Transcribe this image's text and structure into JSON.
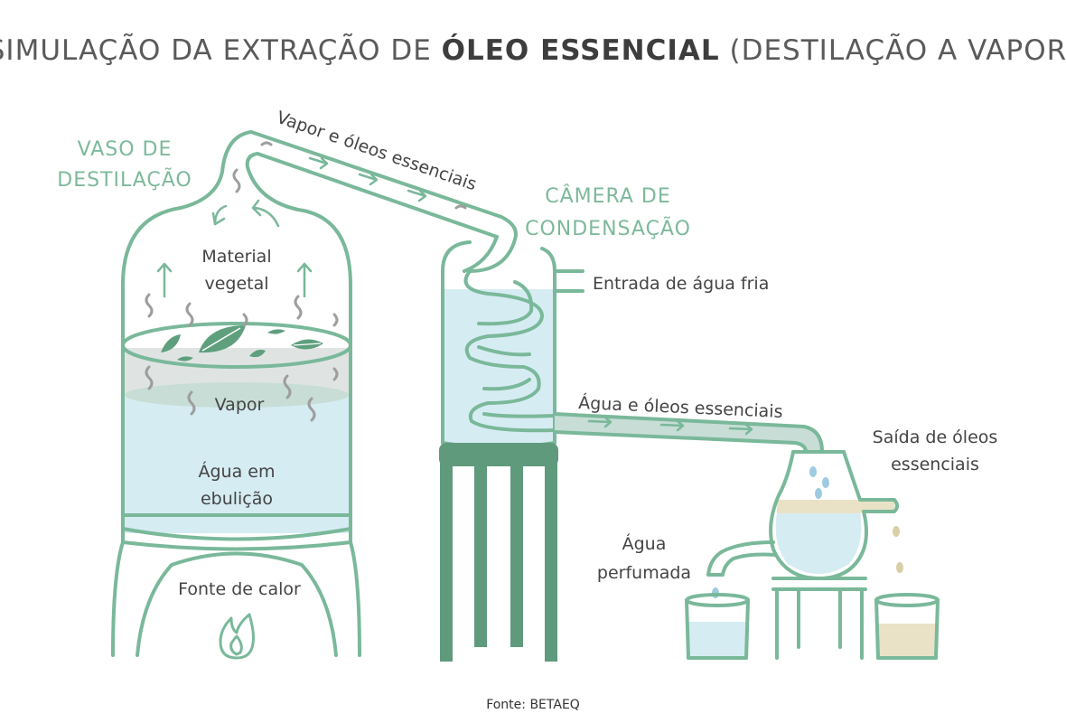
{
  "title": {
    "part1": "SIMULAÇÃO DA EXTRAÇÃO DE ",
    "bold": "ÓLEO ESSENCIAL",
    "part2": " (DESTILAÇÃO A VAPOR)"
  },
  "sections": {
    "vaso_line1": "VASO DE",
    "vaso_line2": "DESTILAÇÃO",
    "camera_line1": "CÂMERA DE",
    "camera_line2": "CONDENSAÇÃO"
  },
  "labels": {
    "vapor_oleos": "Vapor e óleos essenciais",
    "material_line1": "Material",
    "material_line2": "vegetal",
    "vapor": "Vapor",
    "agua_line1": "Água em",
    "agua_line2": "ebulição",
    "fonte_calor": "Fonte de calor",
    "entrada_agua": "Entrada de água fria",
    "agua_oleos": "Água e óleos essenciais",
    "saida_line1": "Saída de óleos",
    "saida_line2": "essenciais",
    "agua_perf_line1": "Água",
    "agua_perf_line2": "perfumada"
  },
  "source": "Fonte: BETAEQ",
  "icons": {
    "flame": "flame-icon",
    "leaf": "leaf-icon",
    "steam": "steam-icon",
    "arrow": "arrow-icon"
  },
  "colors": {
    "outline": "#7ab89a",
    "water": "#d6ecf3",
    "vapor_band": "#c7ddd6",
    "oil": "#e9e2c6",
    "steam": "#9e9e9e",
    "leaf": "#5f9f7e",
    "stand": "#5f9a7d",
    "title": "#5a5a5a"
  }
}
